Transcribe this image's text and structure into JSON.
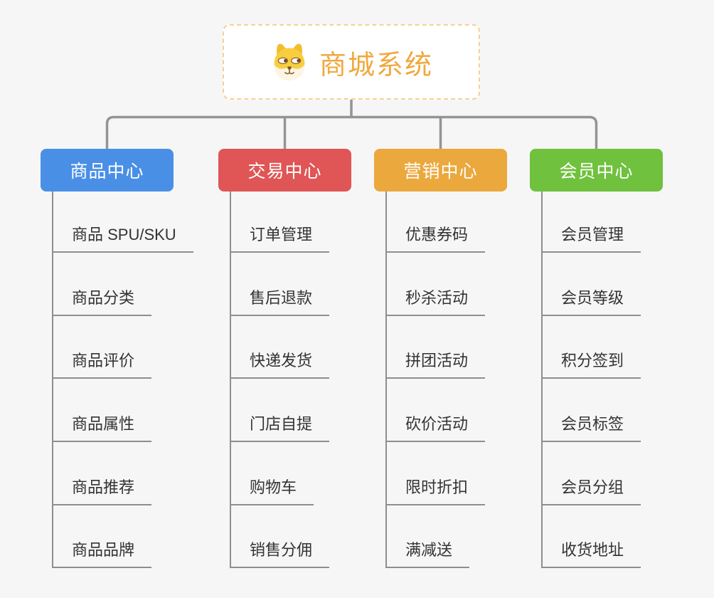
{
  "root": {
    "title": "商城系统",
    "icon": "dog-face-icon"
  },
  "branches": [
    {
      "label": "商品中心",
      "color": "#4a8fe6",
      "children": [
        "商品 SPU/SKU",
        "商品分类",
        "商品评价",
        "商品属性",
        "商品推荐",
        "商品品牌"
      ]
    },
    {
      "label": "交易中心",
      "color": "#e05555",
      "children": [
        "订单管理",
        "售后退款",
        "快递发货",
        "门店自提",
        "购物车",
        "销售分佣"
      ]
    },
    {
      "label": "营销中心",
      "color": "#eba83d",
      "children": [
        "优惠券码",
        "秒杀活动",
        "拼团活动",
        "砍价活动",
        "限时折扣",
        "满减送"
      ]
    },
    {
      "label": "会员中心",
      "color": "#6fc13e",
      "children": [
        "会员管理",
        "会员等级",
        "积分签到",
        "会员标签",
        "会员分组",
        "收货地址"
      ]
    }
  ],
  "colors": {
    "canvas_bg": "#f6f6f6",
    "root_text": "#f0a93e",
    "root_border": "#f6d194",
    "connector": "#949494",
    "leaf_text": "#333333",
    "leaf_line": "#8e8e8e"
  }
}
